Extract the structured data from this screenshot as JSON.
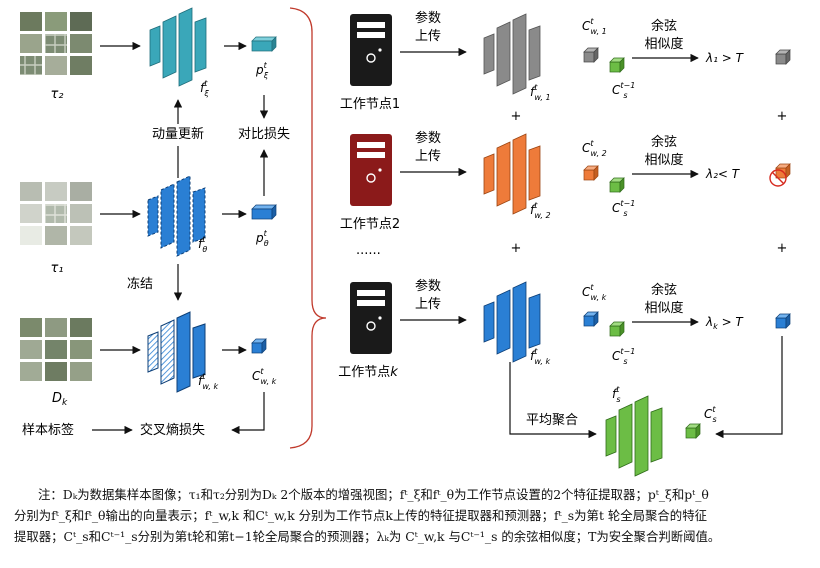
{
  "labels": {
    "tau2": "τ₂",
    "tau1": "τ₁",
    "dk": "D",
    "dk_sub": "k",
    "momentum_update": "动量更新",
    "contrast_loss": "对比损失",
    "freeze": "冻结",
    "sample_labels": "样本标签",
    "cross_entropy": "交叉熵损失",
    "upload": "参数",
    "upload2": "上传",
    "node1": "工作节点1",
    "node2": "工作节点2",
    "nodek_prefix": "工作节点",
    "nodek_k": "k",
    "ellipsis": "......",
    "plus": "+",
    "cosine": "余弦",
    "similarity": "相似度",
    "lambda1": "λ₁ > T",
    "lambda2": "λ₂< T",
    "lambdak": "λ",
    "lambdak_sub": "k",
    "lambdak_rest": " > T",
    "avg_agg": "平均聚合"
  },
  "math": {
    "f_xi": "f",
    "f_xi_sup": "t",
    "f_xi_sub": "ξ",
    "p_xi": "p",
    "p_xi_sup": "t",
    "p_xi_sub": "ξ",
    "f_theta": "f",
    "f_theta_sup": "t",
    "f_theta_sub": "θ",
    "p_theta": "p",
    "p_theta_sup": "t",
    "p_theta_sub": "θ",
    "f_wk": "f",
    "f_wk_sup": "t",
    "f_wk_sub": "w, k",
    "c_wk": "C",
    "c_wk_sup": "t",
    "c_wk_sub": "w, k",
    "f_w1": "f",
    "f_w1_sup": "t",
    "f_w1_sub": "w, 1",
    "f_w2": "f",
    "f_w2_sup": "t",
    "f_w2_sub": "w, 2",
    "f_wk2": "f",
    "f_wk2_sup": "t",
    "f_wk2_sub": "w, k",
    "c_w1": "C",
    "c_w1_sup": "t",
    "c_w1_sub": "w, 1",
    "c_w2": "C",
    "c_w2_sup": "t",
    "c_w2_sub": "w, 2",
    "c_wk2": "C",
    "c_wk2_sup": "t",
    "c_wk2_sub": "w, k",
    "cs": "C",
    "cs_sup": "t−1",
    "cs_sub": "s",
    "fs": "f",
    "fs_sup": "t",
    "fs_sub": "s",
    "cs_t": "C",
    "cs_t_sup": "t",
    "cs_t_sub": "s"
  },
  "note": {
    "line1": "注：Dₖ为数据集样本图像；τ₁和τ₂分别为Dₖ 2个版本的增强视图；fᵗ_ξ和fᵗ_θ为工作节点设置的2个特征提取器；pᵗ_ξ和pᵗ_θ",
    "line2": "分别为fᵗ_ξ和fᵗ_θ输出的向量表示；fᵗ_w,k 和Cᵗ_w,k 分别为工作节点k上传的特征提取器和预测器；fᵗ_s为第t 轮全局聚合的特征",
    "line3": "提取器；Cᵗ_s和Cᵗ⁻¹_s分别为第t轮和第t−1轮全局聚合的预测器；λₖ为 Cᵗ_w,k 与Cᵗ⁻¹_s 的余弦相似度；T为安全聚合判断阈值。"
  },
  "colors": {
    "teal": "#3aa7b9",
    "blue": "#2a7fd4",
    "gray": "#8a8a8a",
    "orange": "#ee7b3a",
    "green": "#6cbd45",
    "server_dark": "#1a1a1a",
    "server_red": "#8b1a1a",
    "bracket_red": "#c0392b"
  }
}
